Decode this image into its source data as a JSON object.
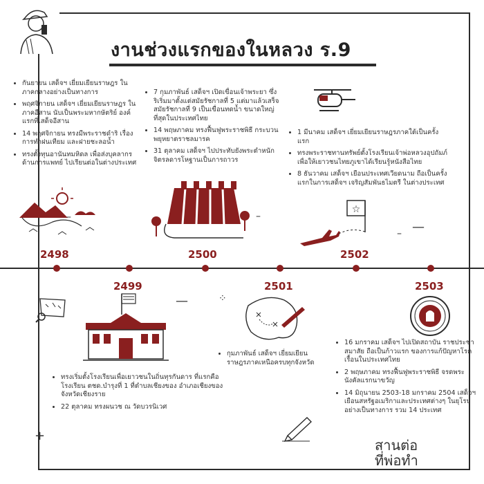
{
  "title": "งานช่วงแรกของในหลวง ร.9",
  "years": [
    "2498",
    "2499",
    "2500",
    "2501",
    "2502",
    "2503"
  ],
  "colors": {
    "accent": "#8a1f1f",
    "ink": "#2b2b2b",
    "background": "#ffffff"
  },
  "blocks": {
    "y2498": [
      "กันยายน เสด็จฯ เยี่ยมเยียนราษฎร ในภาคกลางอย่างเป็นทางการ",
      "พฤศจิกายน เสด็จฯ เยี่ยมเยียนราษฎร ในภาคอีสาน นับเป็นพระมหากษัตริย์ องค์แรกที่เสด็จอีสาน",
      "14 พฤศจิกายน ทรงมีพระราชดำริ เรื่องการทำฝนเทียม และฝายชะลอน้ำ",
      "ทรงตั้งทุนอานันทมหิดล เพื่อส่งบุคลากรด้านการแพทย์ ไปเรียนต่อในต่างประเทศ"
    ],
    "y2500": [
      "7 กุมภาพันธ์ เสด็จฯ เปิดเขื่อนเจ้าพระยา ซึ่งริเริ่มมาตั้งแต่สมัยรัชกาลที่ 5 แต่มาแล้วเสร็จสมัยรัชกาลที่ 9 เป็นเขื่อนทดน้ำ ขนาดใหญ่ที่สุดในประเทศไทย",
      "14 พฤษภาคม ทรงฟื้นฟูพระราชพิธี กระบวนพยุหยาตราชลมารค",
      "31 ตุลาคม เสด็จฯ ไปประทับยังพระตำหนัก จิตรลดารโหฐานเป็นการถาวร"
    ],
    "y2502": [
      "1 มีนาคม เสด็จฯ เยี่ยมเยียนราษฎรภาคใต้เป็นครั้งแรก",
      "ทรงพระราชทานทรัพย์ตั้งโรงเรียนเจ้าพ่อหลวงอุปถัมภ์ เพื่อให้เยาวชนไทยภูเขาได้เรียนรู้หนังสือไทย",
      "8 ธันวาคม เสด็จฯ เยือนประเทศเวียดนาม ถือเป็นครั้งแรกในการเสด็จฯ เจริญสัมพันธไมตรี ในต่างประเทศ"
    ],
    "y2499": [
      "ทรงเริ่มตั้งโรงเรียนเพื่อเยาวชนในถิ่นทุรกันดาร ที่แรกคือโรงเรียน ตชด.บำรุงที่ 1 ที่ตำบลเชียงของ อำเภอเชียงของ จังหวัดเชียงราย",
      "22 ตุลาคม ทรงผนวช ณ วัดบวรนิเวศ"
    ],
    "y2501": [
      "กุมภาพันธ์ เสด็จฯ เยี่ยมเยียน ราษฎรภาคเหนือครบทุกจังหวัด"
    ],
    "y2503": [
      "16 มกราคม เสด็จฯ ไปเปิดสถาบัน ราชประชาสมาสัย ถือเป็นก้าวแรก ของการแก้ปัญหาโรคเรื้อนในประเทศไทย",
      "2 พฤษภาคม ทรงฟื้นฟูพระราชพิธี จรดพระนังคัลแรกนาขวัญ",
      "14 มิถุนายน 2503-18 มกราคม 2504 เสด็จฯ เยือนสหรัฐอเมริกาและประเทศต่างๆ ในยุโรปอย่างเป็นทางการ รวม 14 ประเทศ"
    ]
  },
  "logo": {
    "line1": "สานต่อ",
    "line2": "ที่พ่อทำ"
  },
  "icons": [
    "reporter-icon",
    "mountains-icon",
    "dam-icon",
    "helicopter-icon",
    "airplane-icon",
    "flag-target-icon",
    "map-icon",
    "school-icon",
    "treasure-map-icon",
    "seal-icon",
    "pencil-icon"
  ]
}
